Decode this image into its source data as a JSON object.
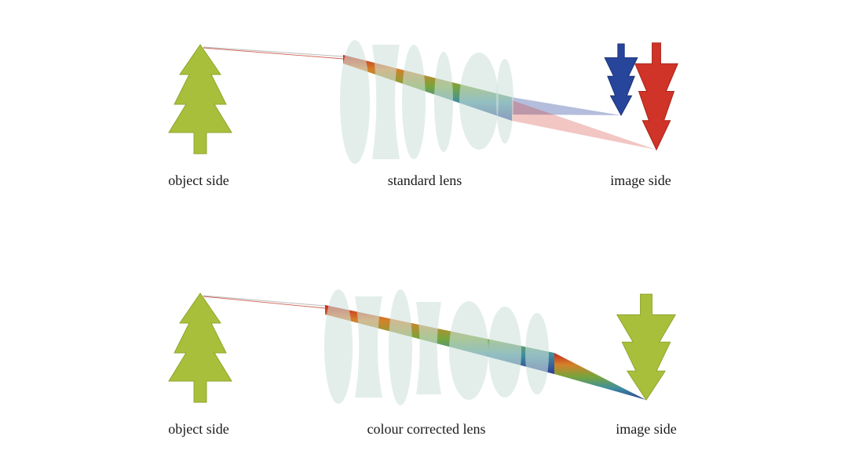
{
  "diagram": {
    "top": {
      "object_label": "object side",
      "lens_label": "standard lens",
      "image_label": "image side"
    },
    "bottom": {
      "object_label": "object side",
      "lens_label": "colour corrected lens",
      "image_label": "image side"
    }
  },
  "colors": {
    "background": "#ffffff",
    "tree_green": "#a8bf3b",
    "tree_green_edge": "#8fa530",
    "lens_glass": "#cfe2dd",
    "arrow_blue": "#27459b",
    "arrow_blue_edge": "#1c3377",
    "arrow_red": "#d03327",
    "arrow_red_edge": "#a8241b",
    "label_text": "#1a1a1a",
    "ray_red": "#c5281c",
    "ray_orange": "#d4812a",
    "ray_green": "#79a43a",
    "ray_teal": "#3f8f9e",
    "ray_blue": "#2c3d96",
    "ray_thin_grey": "#bcbcbc",
    "ray_thin_red": "#c0392b"
  }
}
